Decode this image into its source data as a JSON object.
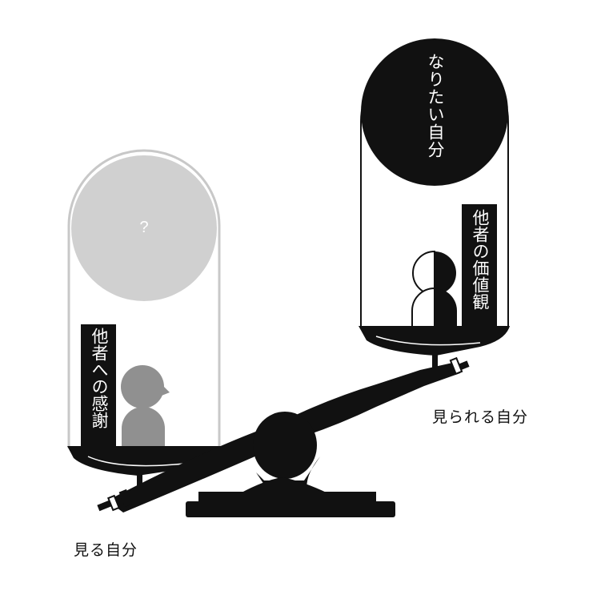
{
  "left_pan": {
    "dome_text": "?",
    "tag": "他者への感謝",
    "caption": "見る自分"
  },
  "right_pan": {
    "dome_text": "なりたい自分",
    "tag": "他者の価値観",
    "caption": "見られる自分"
  },
  "colors": {
    "ink": "#111111",
    "gray_dome": "#d0d0d0",
    "gray_person": "#909090",
    "glass_outline": "#c8c8c8",
    "white": "#ffffff"
  }
}
